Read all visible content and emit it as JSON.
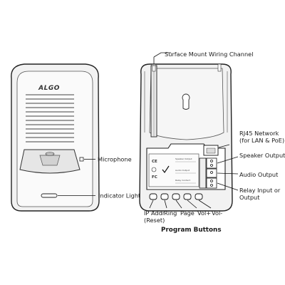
{
  "brand": {
    "logo_text": "ALGO"
  },
  "callouts": {
    "surface_mount": "Surface Mount Wiring Channel",
    "microphone": "Microphone",
    "indicator_light": "Indicator Light",
    "rj45_line1": "RJ45 Network",
    "rj45_line2": "(for LAN & PoE)",
    "speaker_output": "Speaker Output",
    "audio_output": "Audio Output",
    "relay_line1": "Relay Input or",
    "relay_line2": "Output"
  },
  "buttons": {
    "ip_addr_line1": "IP Addr",
    "ip_addr_line2": "(Reset)",
    "ring": "Ring",
    "page": "Page",
    "vol_up": "Vol+",
    "vol_down": "Vol-",
    "group_title": "Program Buttons"
  },
  "label_plate": {
    "speaker_output": "Speaker Output",
    "audio_output": "Audio Output",
    "relay_contact": "Relay Contact",
    "cert_ce": "CE",
    "cert_fc": "FC"
  }
}
